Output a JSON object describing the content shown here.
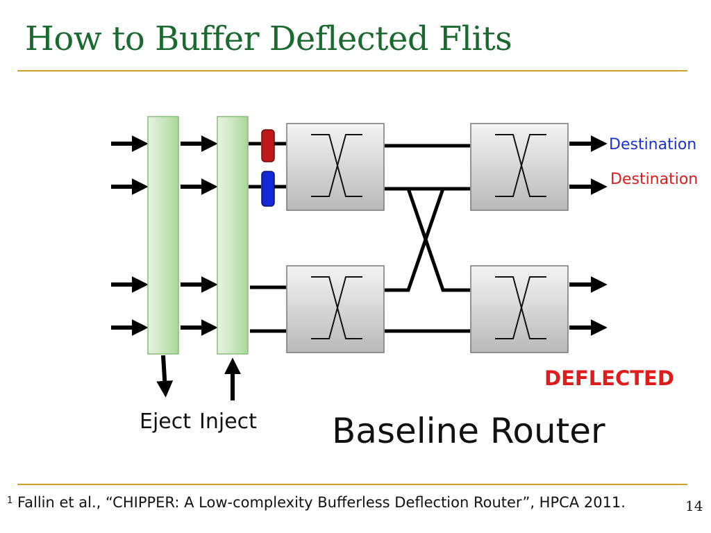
{
  "slide": {
    "title": "How to Buffer Deflected Flits",
    "page_number": "14"
  },
  "diagram": {
    "destination_blue": "Destination",
    "destination_red": "Destination",
    "deflected_label": "DEFLECTED",
    "eject_label": "Eject",
    "inject_label": "Inject",
    "caption": "Baseline Router",
    "colors": {
      "accent_rule": "#c9a227",
      "title": "#1a6a30",
      "flit_red": "#c0181a",
      "flit_blue": "#1428d8",
      "destination_blue": "#1f2fd6",
      "destination_red": "#e01b1b"
    }
  },
  "footnote": {
    "marker": "1",
    "text": "Fallin et al., “CHIPPER: A Low-complexity Bufferless Deflection Router”, HPCA 2011."
  }
}
